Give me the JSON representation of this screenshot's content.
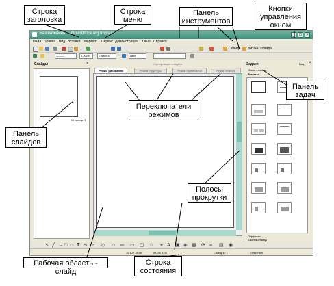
{
  "window": {
    "title": "Без названия1 - OpenOffice.org Impress",
    "buttons": [
      "_",
      "□",
      "×"
    ]
  },
  "menu": [
    "Файл",
    "Правка",
    "Вид",
    "Вставка",
    "Формат",
    "Сервис",
    "Демонстрация",
    "Окно",
    "Справка"
  ],
  "toolbar1": {
    "slide_label": "Слайд",
    "layout_label": "Дизайн слайда"
  },
  "toolbar2": {
    "width_value": "0,00см",
    "color_value": "Серый 6"
  },
  "slides_panel": {
    "title": "Слайды",
    "page_label": "Страница 1"
  },
  "view_tabs": {
    "caption": "Сортировщик слайдов",
    "tabs": [
      "Режим рисования",
      "Режим структуры",
      "Режим примечаний",
      "Режим тезисов"
    ]
  },
  "tasks_panel": {
    "title": "Задачи",
    "view_label": "Вид",
    "sections_top": [
      "Фоны страниц",
      "Макеты"
    ],
    "sections_bottom": [
      "Эффекты",
      "Смена слайда"
    ]
  },
  "status_bar": {
    "position": "11,10 / 18,65",
    "size": "0,00 x 0,00",
    "slide": "Слайд 1 / 1",
    "style": "Обычный"
  },
  "callouts": {
    "title_bar": "Строка\nзаголовка",
    "menu_bar": "Строка\nменю",
    "toolbars": "Панель\nинструментов",
    "window_buttons": "Кнопки\nуправления\nокном",
    "task_pane": "Панель\nзадач",
    "view_switchers": "Переключатели\nрежимов",
    "slides_pane": "Панель\nслайдов",
    "scrollbars": "Полосы\nпрокрутки",
    "workspace": "Рабочая область - слайд",
    "status_bar": "Строка\nсостояния"
  },
  "colors": {
    "titlebar": "#4f9f8b",
    "scroll": "#a9d8cc",
    "panel": "#ece9d8"
  },
  "icons": [
    "new-icon",
    "open-icon",
    "save-icon",
    "print-icon",
    "cut-icon",
    "copy-icon",
    "paste-icon",
    "undo-icon",
    "redo-icon",
    "chart-icon",
    "zoom-icon",
    "help-icon",
    "arrow-icon",
    "line-icon",
    "rect-icon",
    "ellipse-icon",
    "text-icon",
    "curve-icon",
    "star-icon",
    "3d-icon"
  ]
}
